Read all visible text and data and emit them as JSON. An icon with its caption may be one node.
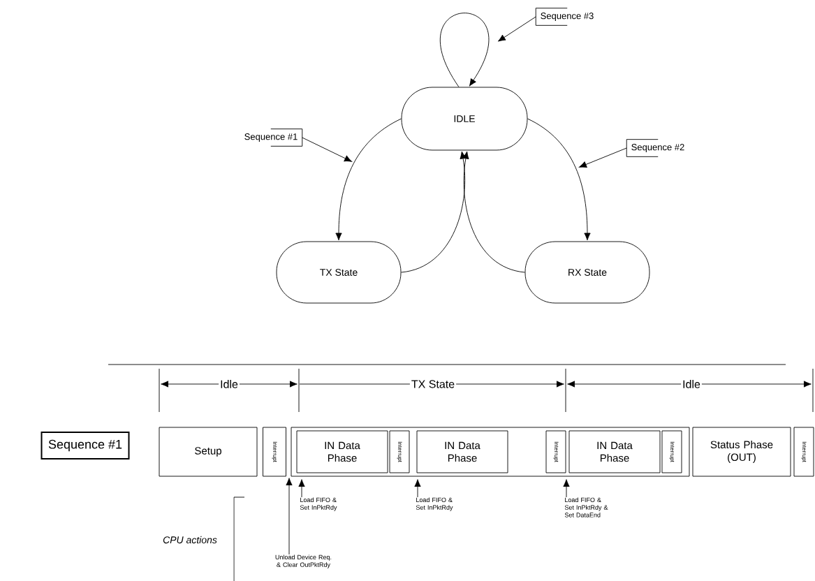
{
  "diagram": {
    "nodes": [
      {
        "text": [
          "IDLE"
        ]
      },
      {
        "text": [
          "TX State"
        ]
      },
      {
        "text": [
          "RX State"
        ]
      },
      {
        "text": [
          "Sequence #1"
        ]
      },
      {
        "text": [
          "Sequence #2"
        ]
      },
      {
        "text": [
          "Sequence #3"
        ]
      },
      {
        "text": [
          "Sequence #1"
        ]
      },
      {
        "text": [
          "Setup"
        ]
      },
      {
        "text": [
          "Interrupt"
        ]
      },
      {
        "text": [],
        "shape": "box"
      },
      {
        "text": [
          "IN Data Phase"
        ],
        "in": 9
      },
      {
        "text": [
          "Interrupt"
        ],
        "in": 9
      },
      {
        "text": [
          "IN Data Phase"
        ],
        "in": 9
      },
      {
        "text": [
          "Interrupt"
        ],
        "in": 9
      },
      {
        "text": [
          "IN Data Phase"
        ],
        "in": 9
      },
      {
        "text": [
          "Interrupt"
        ],
        "in": 9
      },
      {
        "text": [
          "Status Phase (OUT)"
        ]
      },
      {
        "text": [
          "Interrupt"
        ]
      },
      {
        "text": [
          "Unload Device Req. & Clear OutPktRdy"
        ]
      },
      {
        "text": [
          "Load FIFO & Set InPktRdy"
        ]
      },
      {
        "text": [
          "Load FIFO & Set InPktRdy"
        ]
      },
      {
        "text": [
          "Load FIFO & Set InPktRdy & Set DataEnd"
        ]
      }
    ],
    "edges": [
      {
        "from": 0,
        "to": 0,
        "arrow": "to"
      },
      {
        "from": 0,
        "to": 1,
        "arrow": "to"
      },
      {
        "from": 0,
        "to": 2,
        "arrow": "to"
      },
      {
        "from": 1,
        "to": 0,
        "arrow": "to"
      },
      {
        "from": 2,
        "to": 0,
        "arrow": "to"
      },
      {
        "from": 3,
        "to": null,
        "arrow": "to"
      },
      {
        "from": 4,
        "to": null,
        "arrow": "to"
      },
      {
        "from": 5,
        "to": null,
        "arrow": "to"
      },
      {
        "from": 18,
        "to": 8,
        "arrow": "to"
      },
      {
        "from": 19,
        "to": null,
        "arrow": "to"
      },
      {
        "from": 20,
        "to": null,
        "arrow": "to"
      },
      {
        "from": 21,
        "to": null,
        "arrow": "to"
      }
    ],
    "labels": [
      "Idle",
      "TX State",
      "Idle",
      "CPU actions"
    ]
  }
}
